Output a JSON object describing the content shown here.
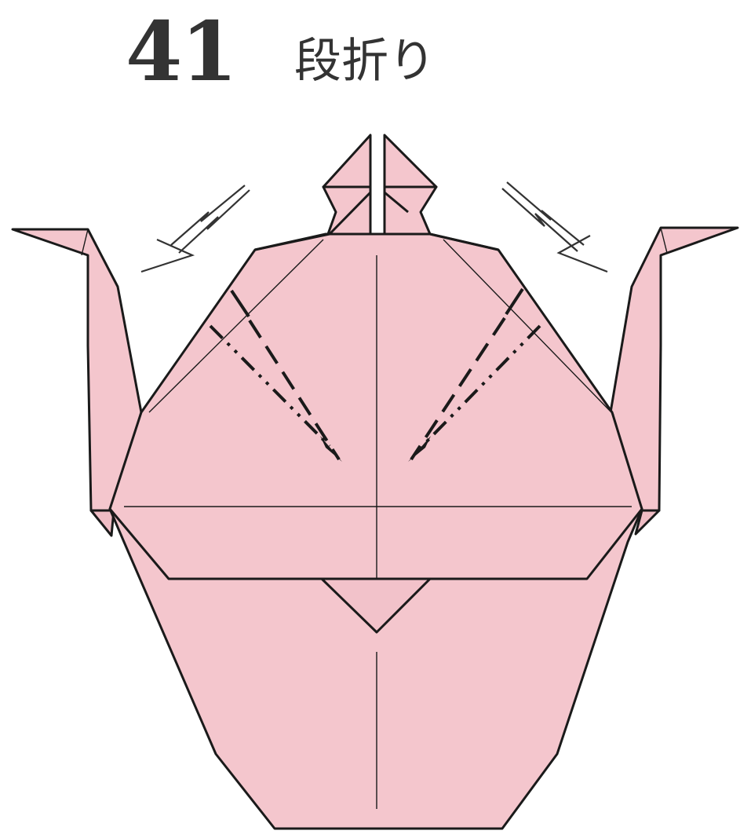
{
  "step": {
    "number": "41",
    "label": "段折り"
  },
  "colors": {
    "paper": "#f4c6cd",
    "paper_shade": "#efbcc4",
    "line": "#1a1a1a",
    "text": "#333333"
  },
  "folds": {
    "left": [
      "valley",
      "mountain"
    ],
    "right": [
      "valley",
      "mountain"
    ]
  },
  "arrows": [
    "left-lightning-arrow",
    "right-lightning-arrow"
  ]
}
